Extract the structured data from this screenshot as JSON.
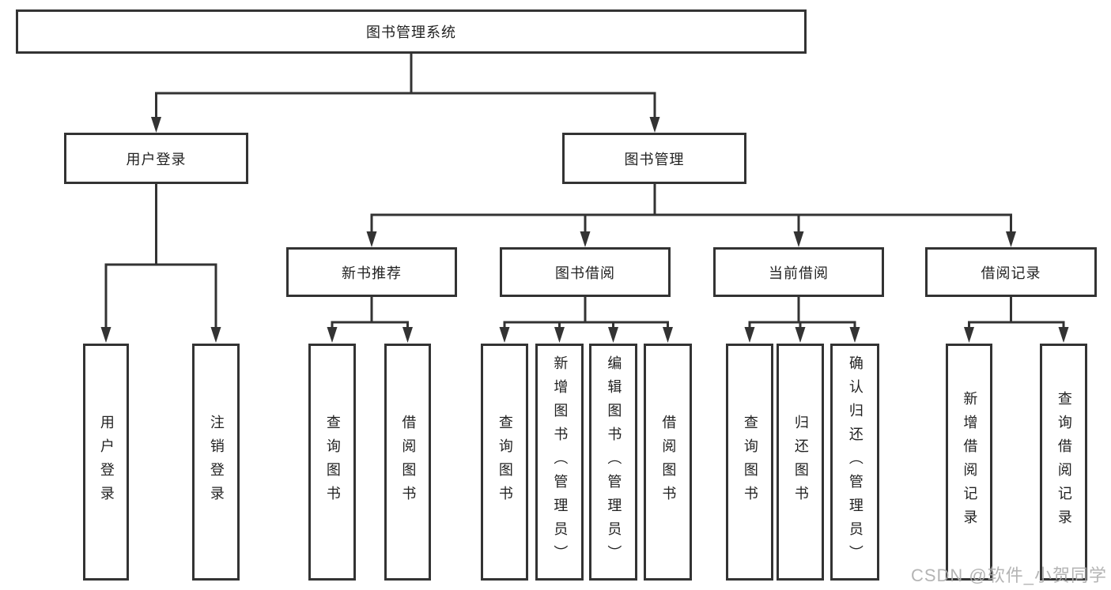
{
  "diagram": {
    "root": {
      "label": "图书管理系统"
    },
    "user_login": {
      "label": "用户登录",
      "children": [
        {
          "label": "用户登录"
        },
        {
          "label": "注销登录"
        }
      ]
    },
    "book_management": {
      "label": "图书管理"
    },
    "new_books": {
      "label": "新书推荐",
      "children": [
        {
          "label": "查询图书"
        },
        {
          "label": "借阅图书"
        }
      ]
    },
    "book_borrowing": {
      "label": "图书借阅",
      "children": [
        {
          "label": "查询图书"
        },
        {
          "label": "新增图书（管理员）"
        },
        {
          "label": "编辑图书（管理员）"
        },
        {
          "label": "借阅图书"
        }
      ]
    },
    "current_borrowing": {
      "label": "当前借阅",
      "children": [
        {
          "label": "查询图书"
        },
        {
          "label": "归还图书"
        },
        {
          "label": "确认归还（管理员）"
        }
      ]
    },
    "borrowing_records": {
      "label": "借阅记录",
      "children": [
        {
          "label": "新增借阅记录"
        },
        {
          "label": "查询借阅记录"
        }
      ]
    }
  },
  "watermark": {
    "text": "CSDN @软件_小贺同学"
  },
  "colors": {
    "line": "#333333",
    "text": "#222222",
    "background": "#ffffff",
    "watermark": "#acacac"
  }
}
